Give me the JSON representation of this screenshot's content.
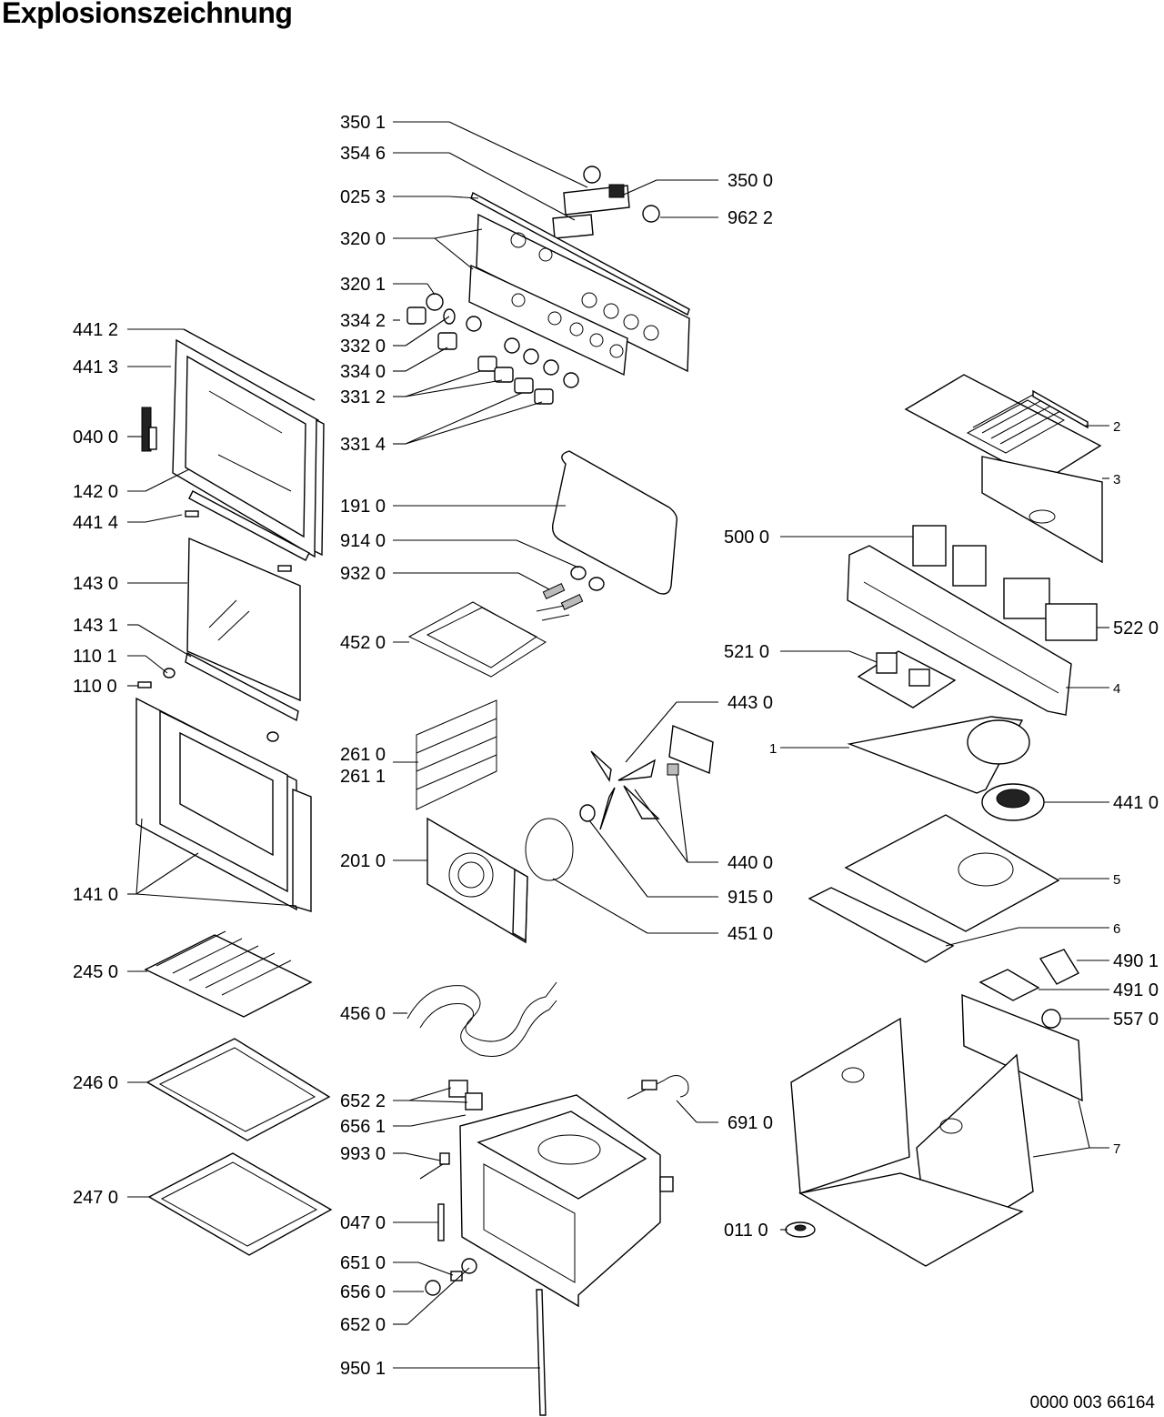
{
  "title": "Explosionszeichnung",
  "document_number": "0000 003 66164",
  "labels": {
    "l_350_1": "350 1",
    "l_354_6": "354 6",
    "l_025_3": "025 3",
    "l_320_0": "320 0",
    "l_320_1": "320 1",
    "l_334_2": "334 2",
    "l_332_0": "332 0",
    "l_334_0": "334 0",
    "l_331_2": "331 2",
    "l_331_4": "331 4",
    "l_350_0": "350 0",
    "l_962_2": "962 2",
    "l_441_2": "441 2",
    "l_441_3": "441 3",
    "l_040_0": "040 0",
    "l_142_0": "142 0",
    "l_441_4": "441 4",
    "l_143_0": "143 0",
    "l_143_1": "143 1",
    "l_110_1": "110 1",
    "l_110_0": "110 0",
    "l_141_0": "141 0",
    "l_191_0": "191 0",
    "l_914_0": "914 0",
    "l_932_0": "932 0",
    "l_452_0": "452 0",
    "l_261_0": "261 0",
    "l_261_1": "261 1",
    "l_201_0": "201 0",
    "l_443_0": "443 0",
    "l_440_0": "440 0",
    "l_915_0": "915 0",
    "l_451_0": "451 0",
    "l_2": "2",
    "l_3": "3",
    "l_500_0": "500 0",
    "l_522_0": "522 0",
    "l_521_0": "521 0",
    "l_4": "4",
    "l_1": "1",
    "l_441_0": "441 0",
    "l_5": "5",
    "l_6": "6",
    "l_490_1": "490 1",
    "l_491_0": "491 0",
    "l_557_0": "557 0",
    "l_7": "7",
    "l_245_0": "245 0",
    "l_246_0": "246 0",
    "l_247_0": "247 0",
    "l_456_0": "456 0",
    "l_652_2": "652 2",
    "l_656_1": "656 1",
    "l_993_0": "993 0",
    "l_047_0": "047 0",
    "l_651_0": "651 0",
    "l_656_0": "656 0",
    "l_652_0": "652 0",
    "l_950_1": "950 1",
    "l_691_0": "691 0",
    "l_011_0": "011 0"
  }
}
